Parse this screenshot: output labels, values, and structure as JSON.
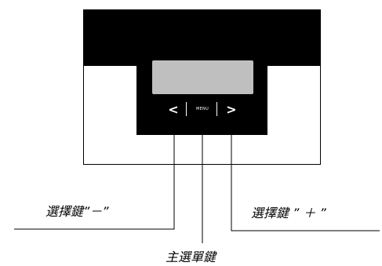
{
  "device": {
    "buttons": {
      "left_glyph": "<",
      "menu_label": "MENU",
      "right_glyph": ">"
    }
  },
  "labels": {
    "minus_key": "選擇鍵”－”",
    "plus_key": "選擇鍵 ” ＋ ”",
    "menu_key": "主選單鍵"
  }
}
